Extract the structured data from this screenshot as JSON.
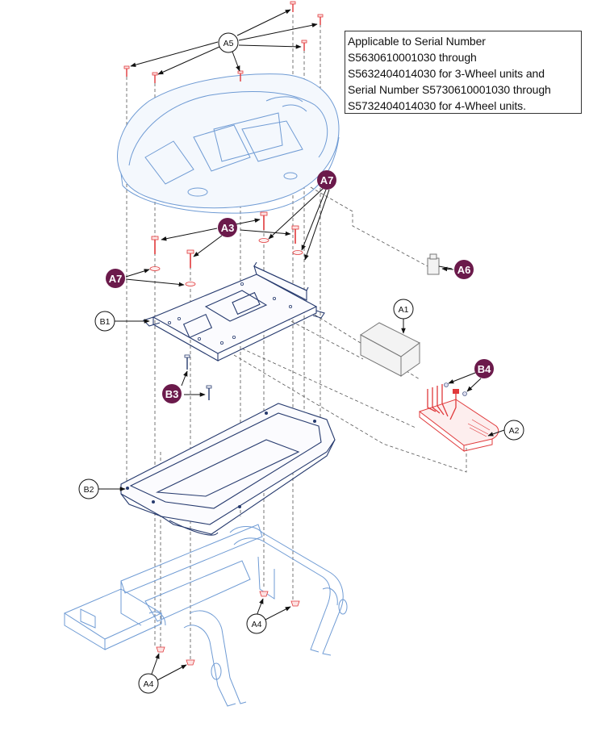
{
  "note": {
    "lines": [
      "Applicable to Serial Number",
      "S5630610001030 through",
      "S5632404014030 for 3-Wheel units and",
      "Serial Number S5730610001030 through",
      "S5732404014030 for 4-Wheel units."
    ]
  },
  "callouts": {
    "a5": "A5",
    "a7_top": "A7",
    "a3": "A3",
    "a7_left": "A7",
    "a6": "A6",
    "b1": "B1",
    "a1": "A1",
    "b3": "B3",
    "b4": "B4",
    "a2": "A2",
    "b2": "B2",
    "a4_right": "A4",
    "a4_bottom": "A4"
  },
  "colors": {
    "shroud": "#6f9bd4",
    "battery_box": "#263a6e",
    "charger_board": "#e0393b",
    "filled_callout": "#6b1a4b"
  }
}
